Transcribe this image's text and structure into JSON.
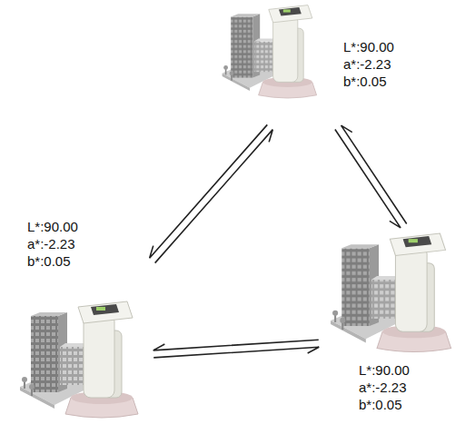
{
  "diagram": {
    "nodes": [
      {
        "text": [
          "L*:90.00",
          "a*:-2.23",
          "b*:0.05"
        ]
      },
      {
        "text": [
          "L*:90.00",
          "a*:-2.23",
          "b*:0.05"
        ]
      },
      {
        "text": [
          "L*:90.00",
          "a*:-2.23",
          "b*:0.05"
        ]
      }
    ],
    "edges": [
      {
        "from": 1,
        "to": 0,
        "arrow": "to"
      },
      {
        "from": 0,
        "to": 1,
        "arrow": "to"
      },
      {
        "from": 0,
        "to": 2,
        "arrow": "to"
      },
      {
        "from": 2,
        "to": 0,
        "arrow": "to"
      },
      {
        "from": 1,
        "to": 2,
        "arrow": "to"
      },
      {
        "from": 2,
        "to": 1,
        "arrow": "to"
      }
    ]
  }
}
